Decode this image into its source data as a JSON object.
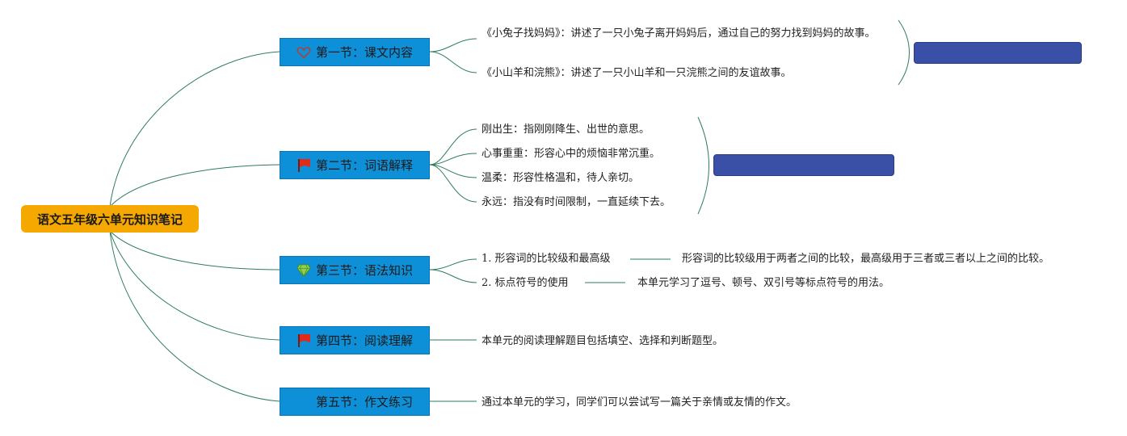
{
  "root": {
    "label": "语文五年级六单元知识笔记"
  },
  "sections": [
    {
      "label": "第一节：课文内容",
      "icon": "heart-icon"
    },
    {
      "label": "第二节：词语解释",
      "icon": "red-flag-icon"
    },
    {
      "label": "第三节：语法知识",
      "icon": "diamond-icon"
    },
    {
      "label": "第四节：阅读理解",
      "icon": "red-flag-icon"
    },
    {
      "label": "第五节：作文练习",
      "icon": ""
    }
  ],
  "section1": {
    "items": [
      "《小兔子找妈妈》：讲述了一只小兔子离开妈妈后，通过自己的努力找到妈妈的故事。",
      "《小山羊和浣熊》：讲述了一只小山羊和一只浣熊之间的友谊故事。"
    ]
  },
  "section2": {
    "items": [
      "刚出生：指刚刚降生、出世的意思。",
      "心事重重：形容心中的烦恼非常沉重。",
      "温柔：形容性格温和，待人亲切。",
      "永远：指没有时间限制，一直延续下去。"
    ]
  },
  "section3": {
    "items": [
      {
        "label": "1. 形容词的比较级和最高级",
        "detail": "形容词的比较级用于两者之间的比较，最高级用于三者或三者以上之间的比较。"
      },
      {
        "label": "2. 标点符号的使用",
        "detail": "本单元学习了逗号、顿号、双引号等标点符号的用法。"
      }
    ]
  },
  "section4": {
    "text": "本单元的阅读理解题目包括填空、选择和判断题型。"
  },
  "section5": {
    "text": "通过本单元的学习，同学们可以尝试写一篇关于亲情或友情的作文。"
  },
  "colors": {
    "root": "#f5a800",
    "section": "#0e90d8",
    "summary": "#3a4fa6",
    "line": "#2e7d5b"
  }
}
